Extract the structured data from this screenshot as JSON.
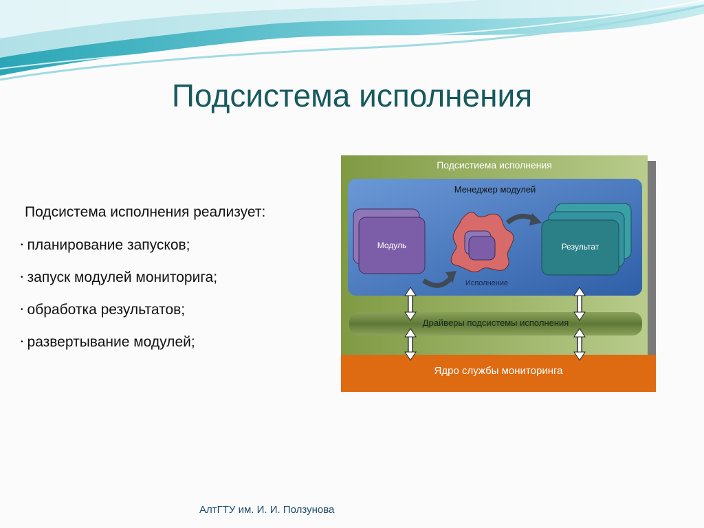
{
  "slide": {
    "title": "Подсистема исполнения",
    "intro": "Подсистема исполнения реализует:",
    "bullets": [
      "планирование запусков;",
      "запуск модулей мониторига;",
      "обработка результатов;",
      "развертывание модулей;"
    ],
    "bullet_glyph": "•",
    "footer": "АлтГТУ им. И. И. Ползунова"
  },
  "diagram": {
    "outer_title": "Подсистиема исполнения",
    "manager_label": "Менеджер модулей",
    "module_label": "Модуль",
    "execution_label": "Исполнение",
    "result_label": "Результат",
    "drivers_label": "Драйверы подсистемы исполнения",
    "kernel_label": "Ядро службы мониторинга",
    "colors": {
      "outer_green": "#7f9a43",
      "outer_green_light": "#b9cc8c",
      "manager_blue": "#2f5fa8",
      "manager_blue_light": "#6b98d6",
      "module_purple": "#7c5ea8",
      "execution_red": "#d96a6a",
      "result_teal": "#2b7f86",
      "drivers_olive": "#6f8742",
      "kernel_orange": "#de6a12"
    },
    "icons": [
      "curved-arrow-icon",
      "double-arrow-icon"
    ]
  }
}
